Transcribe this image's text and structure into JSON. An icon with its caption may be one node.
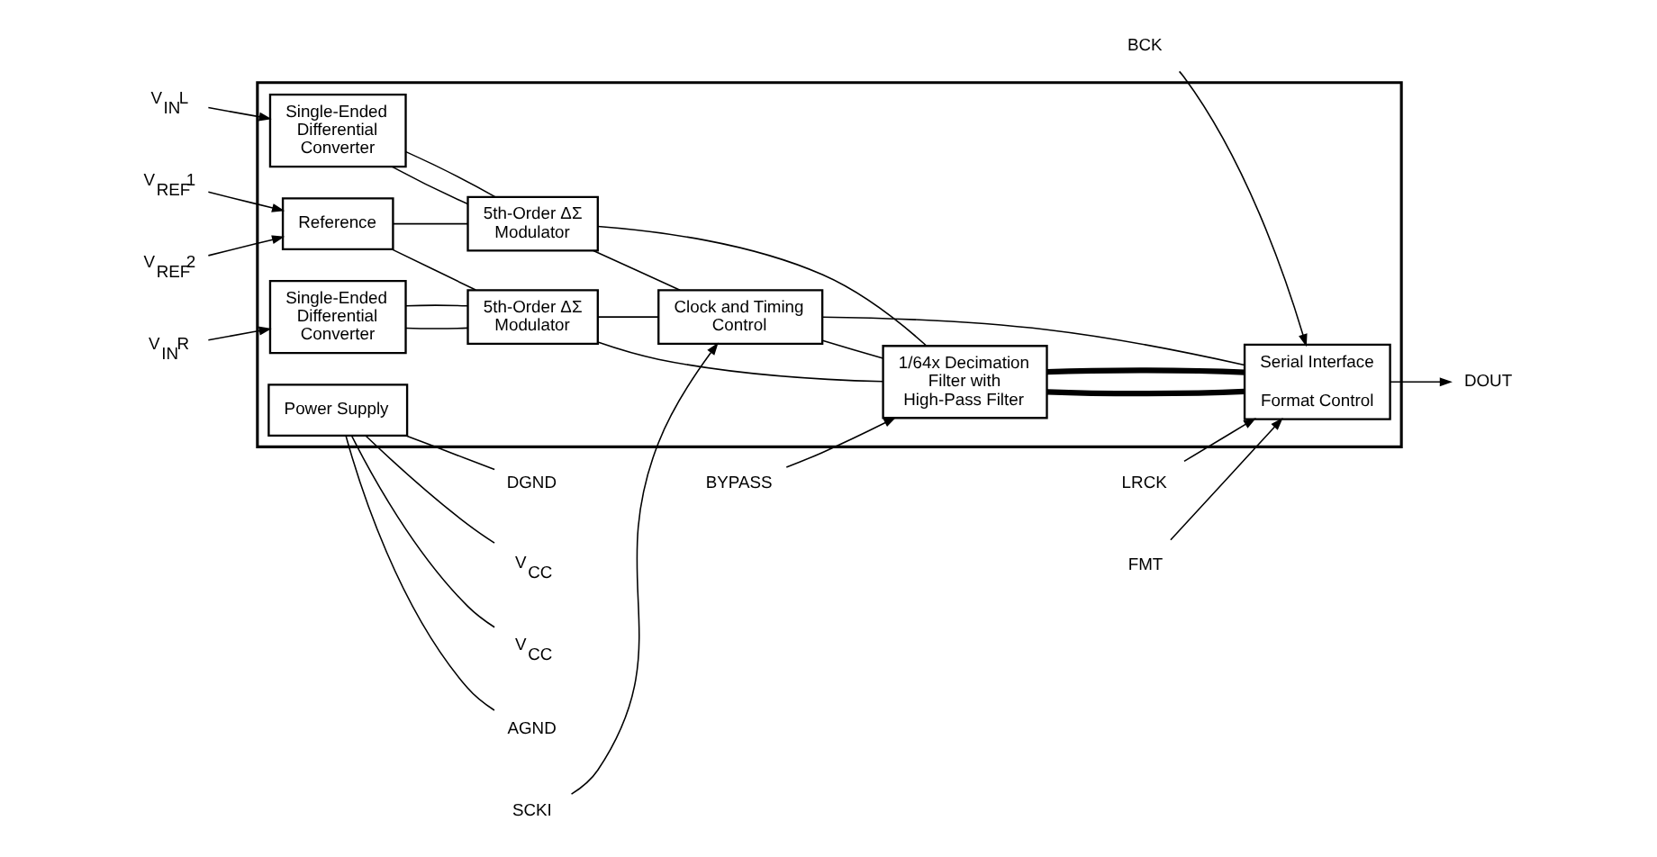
{
  "diagram": {
    "nodes": [
      {
        "text": [],
        "shape": "box"
      },
      {
        "text": [
          "Single-Ended Differential Converter"
        ],
        "in": 0
      },
      {
        "text": [
          "5th-Order ΔΣ Modulator"
        ],
        "in": 0
      },
      {
        "text": [
          "1/64x Decimation Filter with High-Pass Filter"
        ],
        "in": 0
      },
      {
        "text": [
          "Serial Interface",
          "Format Control"
        ],
        "in": 0
      },
      {
        "text": [
          "Reference"
        ],
        "in": 0
      },
      {
        "text": [
          "Single-Ended Differential Converter"
        ],
        "in": 0
      },
      {
        "text": [
          "5th-Order ΔΣ Modulator"
        ],
        "in": 0
      },
      {
        "text": [
          "Power Supply"
        ],
        "in": 0
      },
      {
        "text": [
          "Clock and Timing Control"
        ],
        "in": 0
      },
      {
        "text": [
          "V$_{IN}$L"
        ]
      },
      {
        "text": [
          "V$_{REF}$1"
        ]
      },
      {
        "text": [
          "V$_{REF}$2"
        ]
      },
      {
        "text": [
          "V$_{IN}$R"
        ]
      },
      {
        "text": [
          "BCK"
        ]
      },
      {
        "text": [
          "LRCK"
        ]
      },
      {
        "text": [
          "DOUT"
        ]
      },
      {
        "text": [
          "FMT"
        ]
      },
      {
        "text": [
          "BYPASS"
        ]
      },
      {
        "text": [
          "SCKI"
        ]
      },
      {
        "text": [
          "V$_{CC}$"
        ]
      },
      {
        "text": [
          "AGND"
        ]
      },
      {
        "text": [
          "DGND"
        ]
      },
      {
        "text": [
          "V$_{CC}$"
        ]
      }
    ],
    "edges": [
      {
        "from": 10,
        "to": 1,
        "arrow": "to"
      },
      {
        "from": 11,
        "to": 5,
        "arrow": "to"
      },
      {
        "from": 12,
        "to": 5,
        "arrow": "to"
      },
      {
        "from": 13,
        "to": 6,
        "arrow": "to"
      },
      {
        "from": 1,
        "to": 2,
        "arrow": "none"
      },
      {
        "from": 1,
        "to": 2,
        "arrow": "none"
      },
      {
        "from": 5,
        "to": 2,
        "arrow": "none"
      },
      {
        "from": 5,
        "to": 7,
        "arrow": "none"
      },
      {
        "from": 6,
        "to": 7,
        "arrow": "none"
      },
      {
        "from": 6,
        "to": 7,
        "arrow": "none"
      },
      {
        "from": 2,
        "to": 3,
        "arrow": "none"
      },
      {
        "from": 2,
        "to": 9,
        "arrow": "none"
      },
      {
        "from": 7,
        "to": 3,
        "arrow": "none"
      },
      {
        "from": 7,
        "to": 9,
        "arrow": "none"
      },
      {
        "from": 3,
        "to": 4,
        "arrow": "none",
        "style": "thick"
      },
      {
        "from": 3,
        "to": 4,
        "arrow": "none",
        "style": "thick"
      },
      {
        "from": 9,
        "to": 3,
        "arrow": "none"
      },
      {
        "from": 9,
        "to": 4,
        "arrow": "none"
      },
      {
        "from": 14,
        "to": 4,
        "arrow": "to"
      },
      {
        "from": 15,
        "to": 4,
        "arrow": "to"
      },
      {
        "from": 4,
        "to": 16,
        "arrow": "to"
      },
      {
        "from": 17,
        "to": 4,
        "arrow": "to"
      },
      {
        "from": 18,
        "to": 3,
        "arrow": "to"
      },
      {
        "from": 19,
        "to": 9,
        "arrow": "to"
      },
      {
        "from": 8,
        "to": 20,
        "arrow": "none"
      },
      {
        "from": 8,
        "to": 21,
        "arrow": "none"
      },
      {
        "from": 8,
        "to": 22,
        "arrow": "none"
      },
      {
        "from": 8,
        "to": 23,
        "arrow": "none"
      }
    ]
  }
}
